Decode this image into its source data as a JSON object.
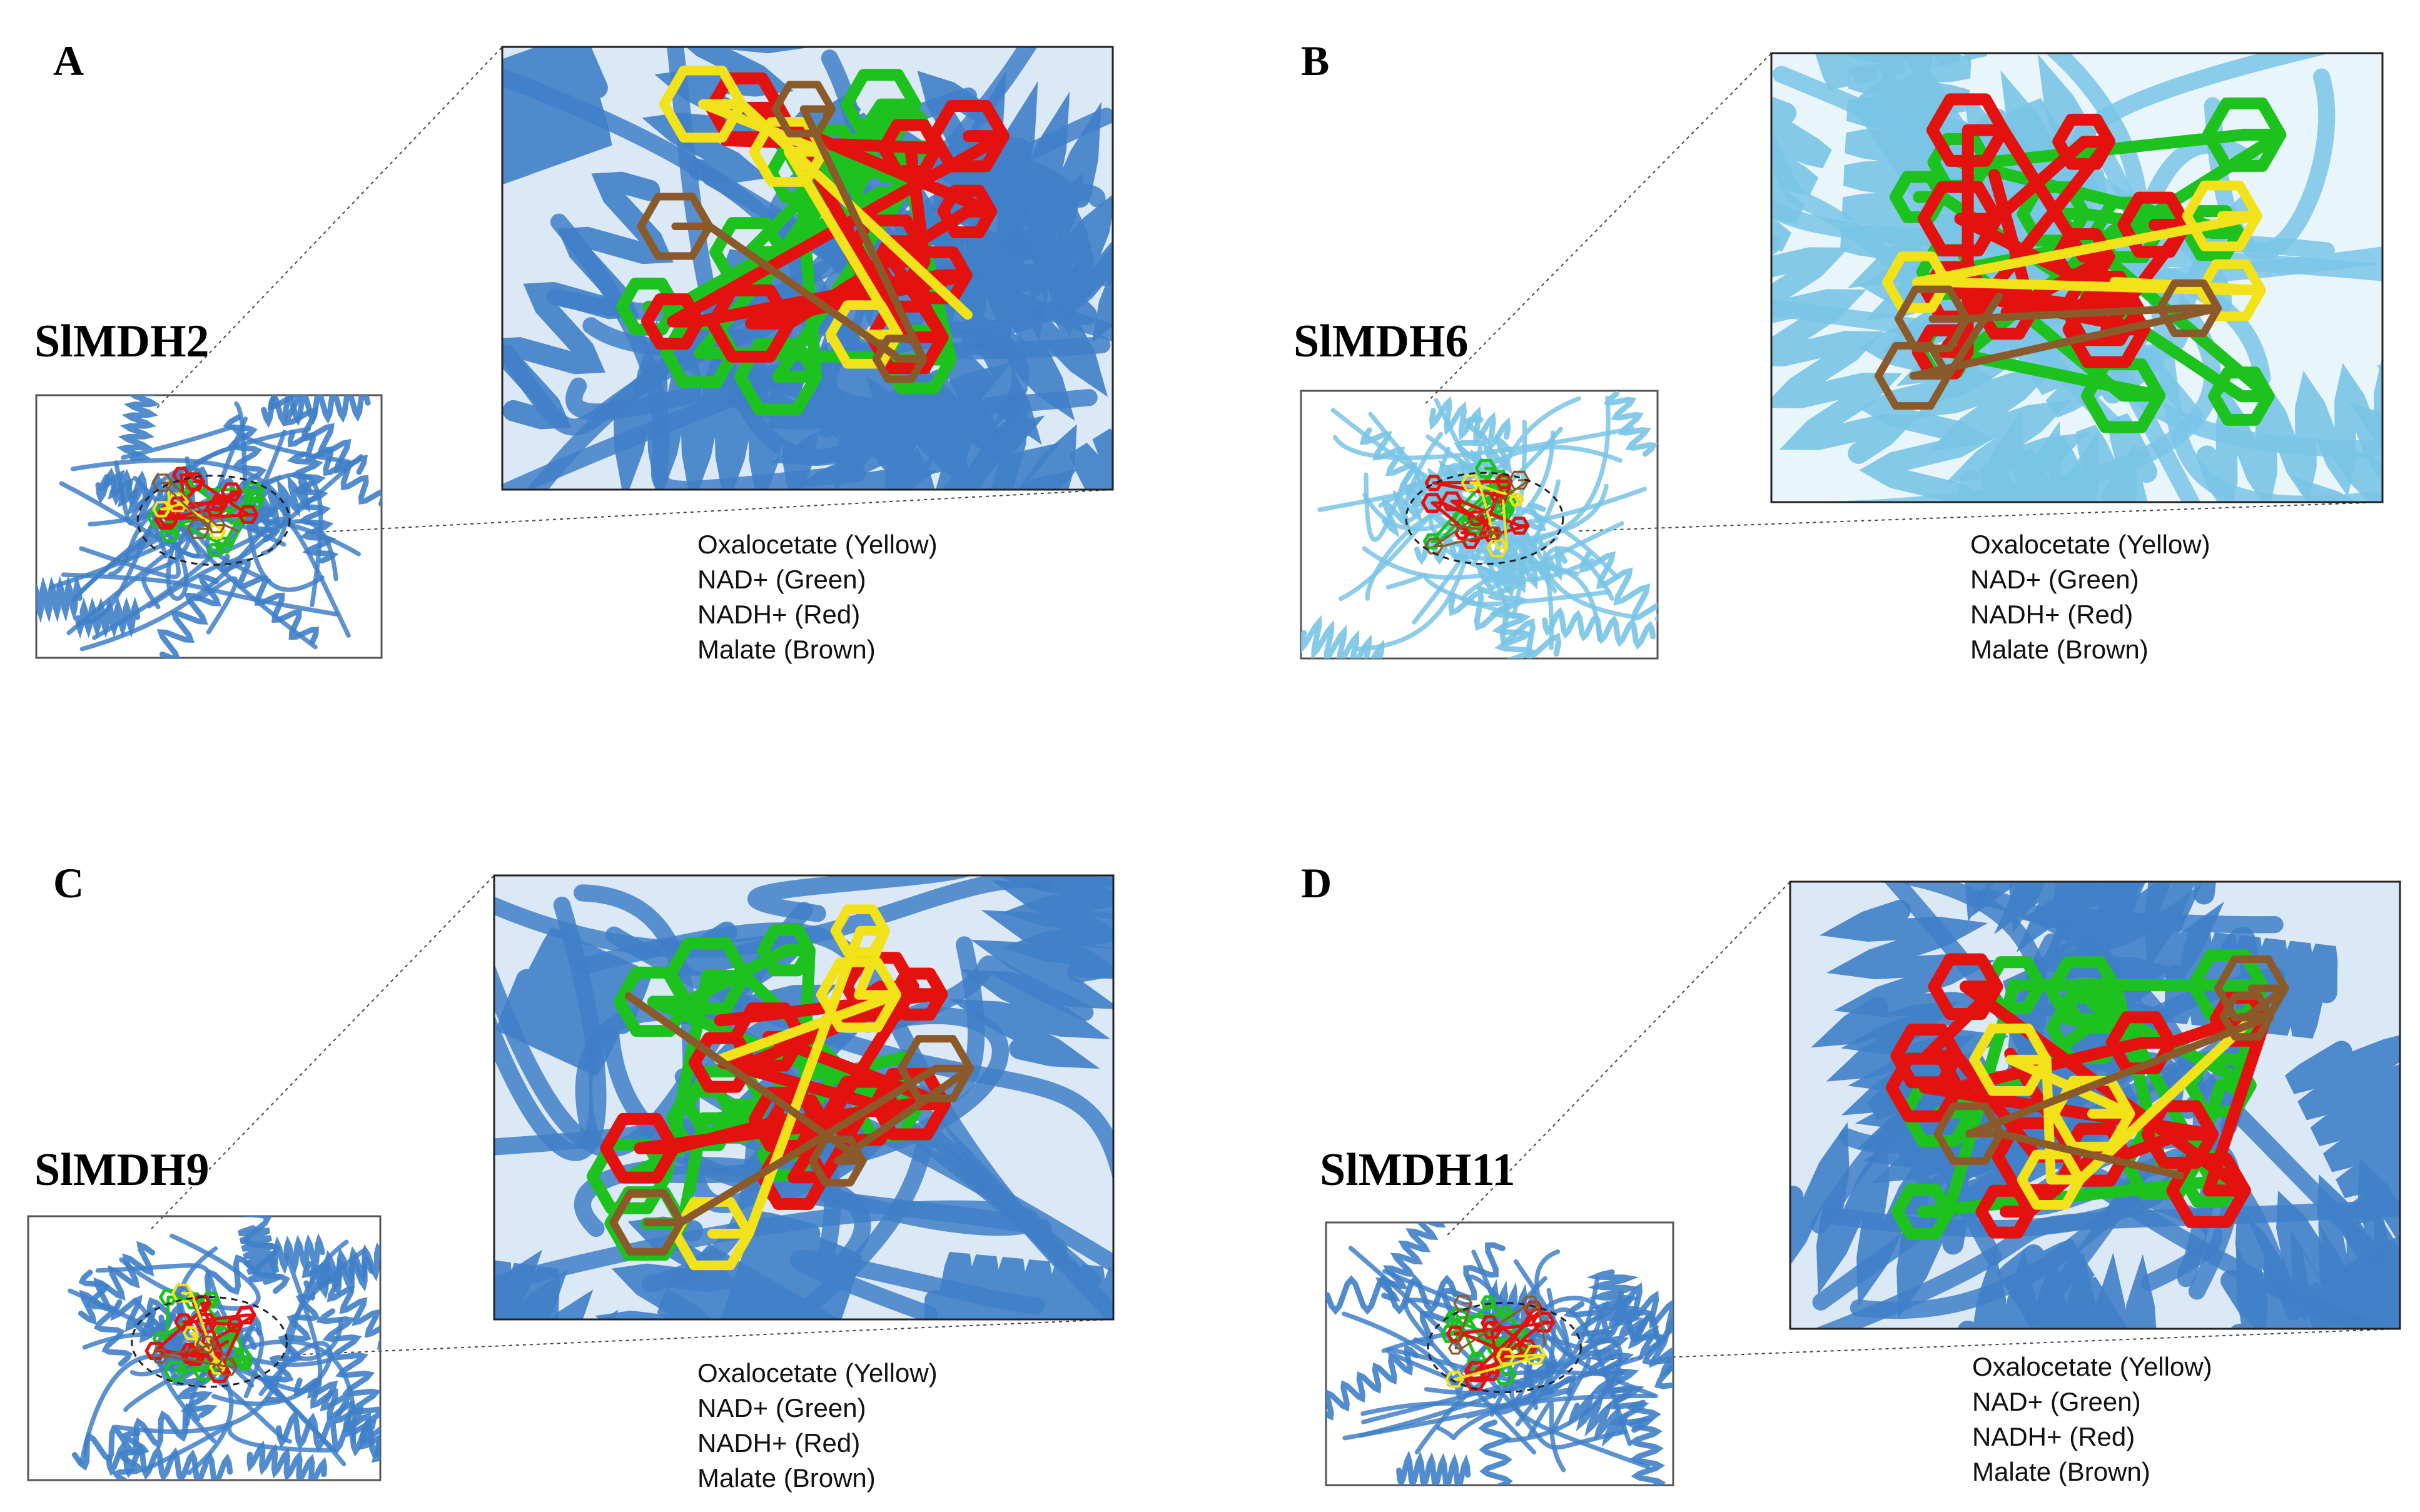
{
  "colors": {
    "oxalocetate": "#f2e21a",
    "nad": "#1ec21e",
    "nadh": "#e3120f",
    "malate": "#8b5a2b",
    "helix_dark": "#3f7fc8",
    "helix_light": "#79c4e6"
  },
  "panels": [
    {
      "letter": "A",
      "protein": "SlMDH2",
      "legend": [
        "Oxalocetate (Yellow)",
        "NAD+ (Green)",
        "NADH+ (Red)",
        "Malate (Brown)"
      ]
    },
    {
      "letter": "B",
      "protein": "SlMDH6",
      "legend": [
        "Oxalocetate (Yellow)",
        "NAD+ (Green)",
        "NADH+ (Red)",
        "Malate (Brown)"
      ]
    },
    {
      "letter": "C",
      "protein": "SlMDH9",
      "legend": [
        "Oxalocetate (Yellow)",
        "NAD+ (Green)",
        "NADH+ (Red)",
        "Malate (Brown)"
      ]
    },
    {
      "letter": "D",
      "protein": "SlMDH11",
      "legend": [
        "Oxalocetate (Yellow)",
        "NAD+ (Green)",
        "NADH+ (Red)",
        "Malate (Brown)"
      ]
    }
  ]
}
